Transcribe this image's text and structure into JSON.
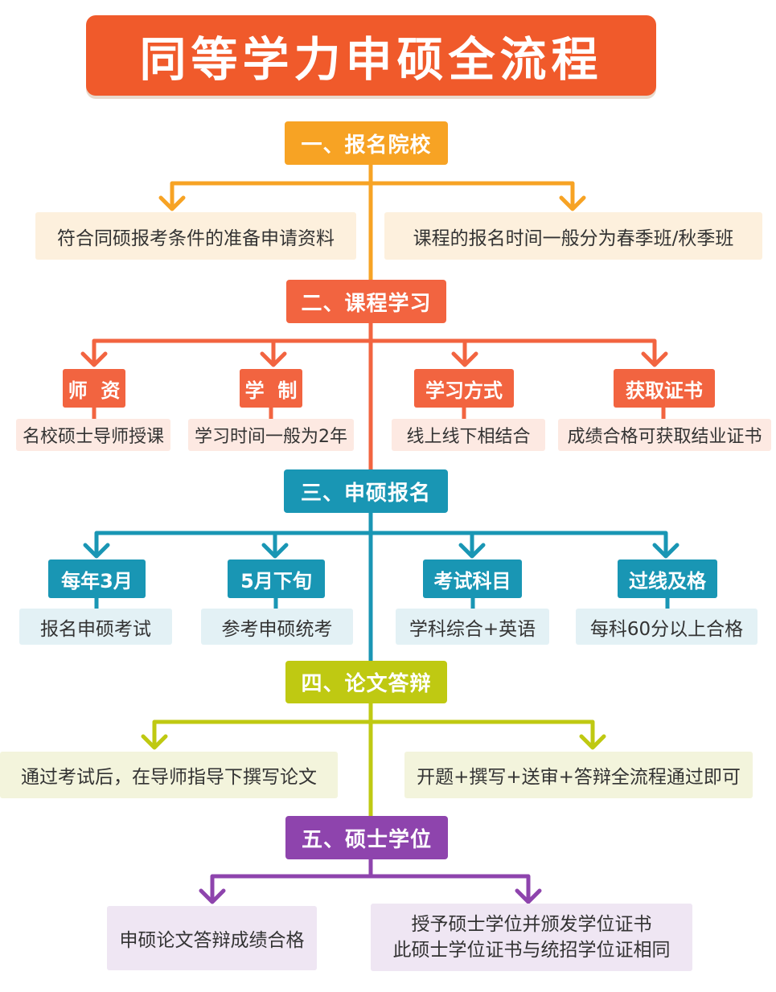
{
  "title": "同等学力申硕全流程",
  "colors": {
    "title": "#f05a2b",
    "step1": "#f7a324",
    "step1_note_bg": "#fdf0dd",
    "step2": "#f26440",
    "step2_note_bg": "#fde9e2",
    "step3": "#1996b4",
    "step3_note_bg": "#e3f1f5",
    "step4": "#bfc912",
    "step4_note_bg": "#f3f4dc",
    "step5": "#8e44ad",
    "step5_note_bg": "#efe6f3"
  },
  "steps": [
    {
      "label": "一、报名院校",
      "notes": [
        "符合同硕报考条件的准备申请资料",
        "课程的报名时间一般分为春季班/秋季班"
      ]
    },
    {
      "label": "二、课程学习",
      "items": [
        {
          "title": "师  资",
          "note": "名校硕士导师授课"
        },
        {
          "title": "学  制",
          "note": "学习时间一般为2年"
        },
        {
          "title": "学习方式",
          "note": "线上线下相结合"
        },
        {
          "title": "获取证书",
          "note": "成绩合格可获取结业证书"
        }
      ]
    },
    {
      "label": "三、申硕报名",
      "items": [
        {
          "title": "每年3月",
          "note": "报名申硕考试"
        },
        {
          "title": "5月下旬",
          "note": "参考申硕统考"
        },
        {
          "title": "考试科目",
          "note": "学科综合+英语"
        },
        {
          "title": "过线及格",
          "note": "每科60分以上合格"
        }
      ]
    },
    {
      "label": "四、论文答辩",
      "notes": [
        "通过考试后，在导师指导下撰写论文",
        "开题+撰写+送审+答辩全流程通过即可"
      ]
    },
    {
      "label": "五、硕士学位",
      "notes": [
        "申硕论文答辩成绩合格"
      ],
      "multi_note": [
        "授予硕士学位并颁发学位证书",
        "此硕士学位证书与统招学位证相同"
      ]
    }
  ]
}
